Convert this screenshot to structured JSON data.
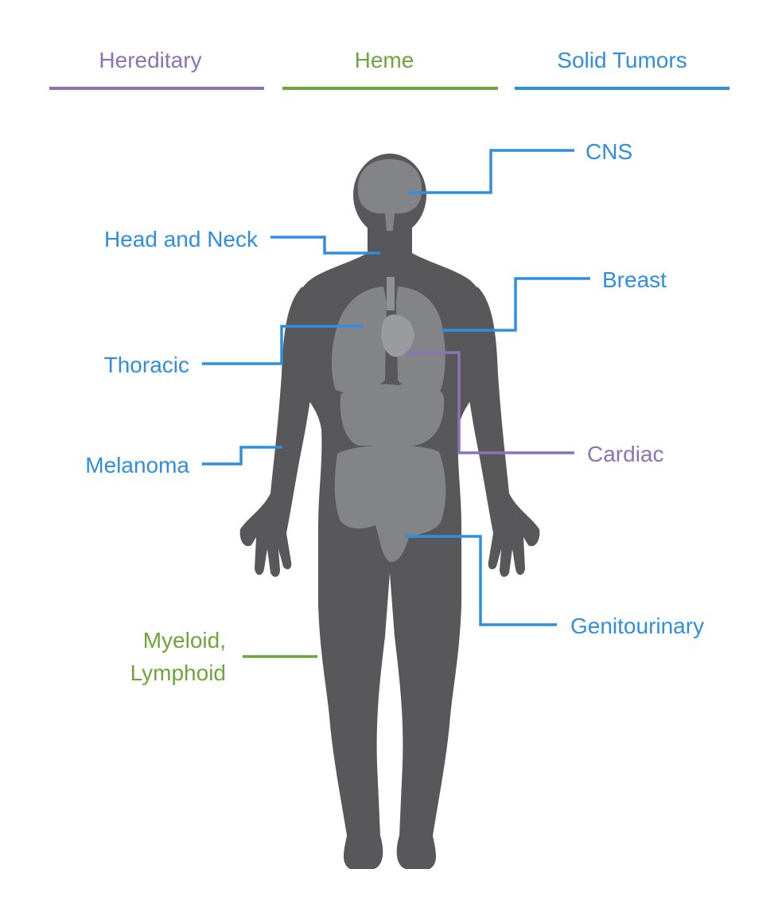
{
  "colors": {
    "hereditary": "#8c72b8",
    "heme": "#6fa53c",
    "solid": "#2f8ee0",
    "body": "#58585a",
    "organ": "#838487"
  },
  "legend": {
    "hereditary": "Hereditary",
    "heme": "Heme",
    "solid": "Solid Tumors"
  },
  "callouts": {
    "cns": "CNS",
    "head_neck": "Head and Neck",
    "breast": "Breast",
    "thoracic": "Thoracic",
    "cardiac": "Cardiac",
    "melanoma": "Melanoma",
    "genitourinary": "Genitourinary",
    "myeloid": "Myeloid,",
    "lymphoid": "Lymphoid"
  }
}
